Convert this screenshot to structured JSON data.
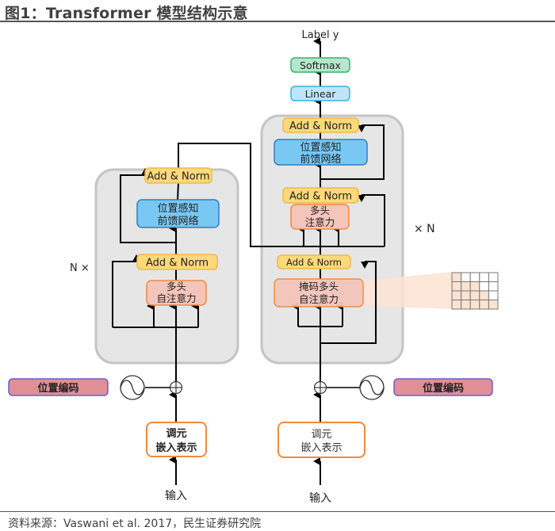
{
  "title": "图1：Transformer 模型结构示意",
  "source": "资料来源：Vaswani et al. 2017，民生证券研究院",
  "colors": {
    "add_norm_fill": "#fcd97a",
    "add_norm_stroke": "#f2b84b",
    "ffn_fill": "#79c8f4",
    "ffn_stroke": "#2d7fc4",
    "attention_fill": "#f4c5bb",
    "attention_stroke": "#f08a3c",
    "linear_fill": "#bfe6f7",
    "linear_stroke": "#3ab0e0",
    "softmax_fill": "#b7e6cd",
    "softmax_stroke": "#34b46a",
    "pos_enc_fill": "#e08f95",
    "pos_enc_stroke": "#6a5fd0",
    "embed_stroke": "#f08a3c",
    "block_fill": "#e6e6e6",
    "block_stroke": "#c4c4c4",
    "mask_fill": "#fbe3d2"
  },
  "encoder": {
    "repeat_label": "N ×",
    "add_norm_top": "Add & Norm",
    "ffn": [
      "位置感知",
      "前馈网络"
    ],
    "add_norm_bottom": "Add & Norm",
    "attention": [
      "多头",
      "自注意力"
    ],
    "positional_encoding": "位置编码",
    "embedding": [
      "调元",
      "嵌入表示"
    ],
    "input": "输入"
  },
  "decoder": {
    "repeat_label": "× N",
    "output_label": "Label y",
    "softmax": "Softmax",
    "linear": "Linear",
    "add_norm_top": "Add & Norm",
    "ffn": [
      "位置感知",
      "前馈网络"
    ],
    "add_norm_middle": "Add & Norm",
    "cross_attention": [
      "多头",
      "注意力"
    ],
    "add_norm_bottom": "Add & Norm",
    "masked_attention": [
      "掩码多头",
      "自注意力"
    ],
    "positional_encoding": "位置编码",
    "embedding": [
      "调元",
      "嵌入表示"
    ],
    "input": "输入"
  },
  "mask_grid": {
    "rows": 4,
    "cols": 5
  }
}
